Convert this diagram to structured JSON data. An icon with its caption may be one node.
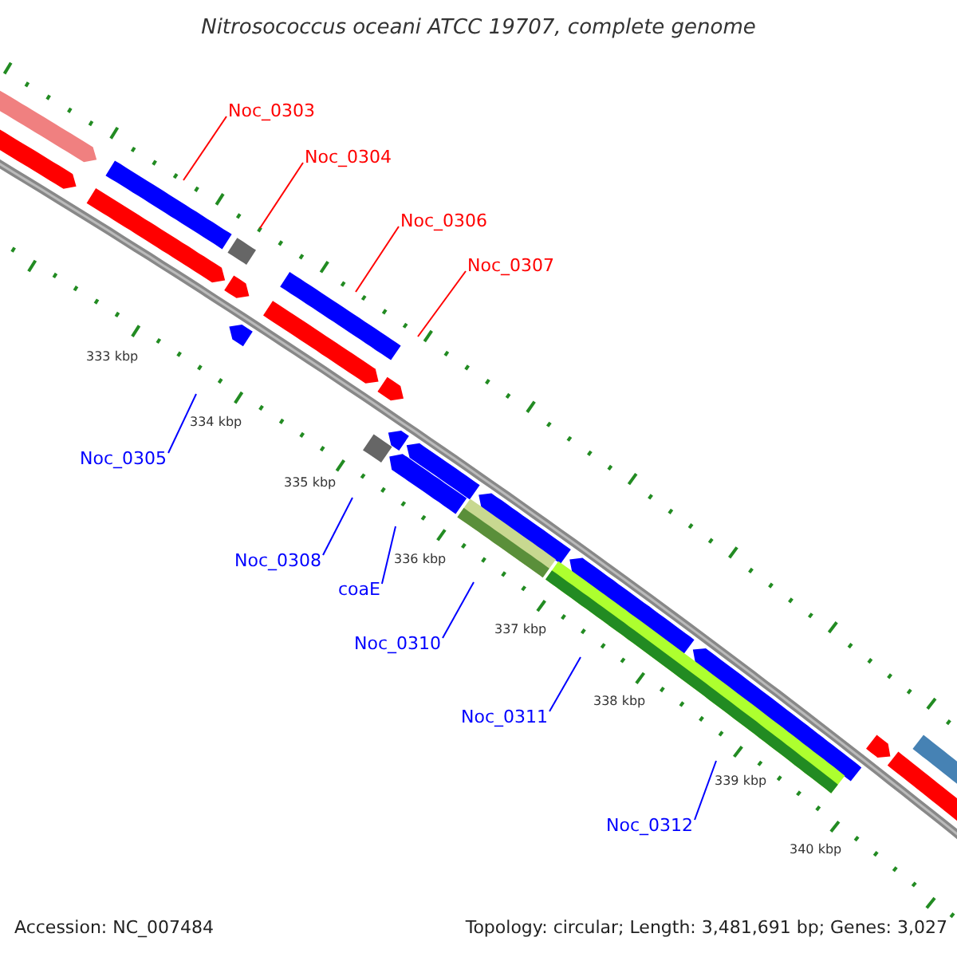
{
  "diagram": {
    "title": "Nitrosococcus oceani ATCC 19707, complete genome",
    "nodes": [
      {
        "text": [
          "Noc_0303"
        ]
      },
      {
        "text": [
          "Noc_0304"
        ]
      },
      {
        "text": [
          "Noc_0306"
        ]
      },
      {
        "text": [
          "Noc_0307"
        ]
      },
      {
        "text": [
          "Noc_0305"
        ]
      },
      {
        "text": [
          "Noc_0308"
        ]
      },
      {
        "text": [
          "coaE"
        ]
      },
      {
        "text": [
          "Noc_0310"
        ]
      },
      {
        "text": [
          "Noc_0311"
        ]
      },
      {
        "text": [
          "Noc_0312"
        ]
      }
    ],
    "edges": [
      {
        "from": 0,
        "to": null,
        "arrow": "none",
        "color": "#ff0000"
      },
      {
        "from": 1,
        "to": null,
        "arrow": "none",
        "color": "#ff0000"
      },
      {
        "from": 2,
        "to": null,
        "arrow": "none",
        "color": "#ff0000"
      },
      {
        "from": 3,
        "to": null,
        "arrow": "none",
        "color": "#ff0000"
      },
      {
        "from": 4,
        "to": null,
        "arrow": "none",
        "color": "#0000ff"
      },
      {
        "from": 5,
        "to": null,
        "arrow": "none",
        "color": "#0000ff"
      },
      {
        "from": 6,
        "to": null,
        "arrow": "none",
        "color": "#0000ff"
      },
      {
        "from": 7,
        "to": null,
        "arrow": "none",
        "color": "#0000ff"
      },
      {
        "from": 8,
        "to": null,
        "arrow": "none",
        "color": "#0000ff"
      },
      {
        "from": 9,
        "to": null,
        "arrow": "none",
        "color": "#0000ff"
      }
    ],
    "labels": [
      "333 kbp",
      "334 kbp",
      "335 kbp",
      "336 kbp",
      "337 kbp",
      "338 kbp",
      "339 kbp",
      "340 kbp",
      "Accession: NC_007484",
      "Topology: circular; Length: 3,481,691 bp; Genes: 3,027"
    ]
  }
}
